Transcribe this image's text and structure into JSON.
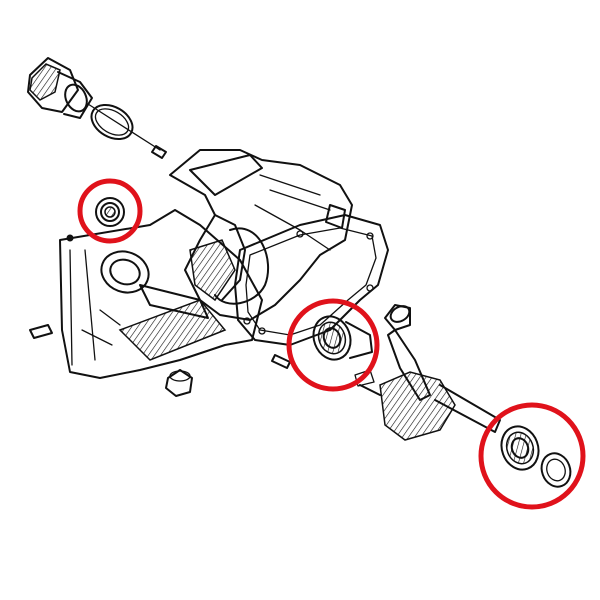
{
  "diagram": {
    "highlight_color": "#e0121b",
    "line_color": "#111111",
    "background": "#ffffff",
    "highlighted_parts": [
      {
        "name": "oil-seal-left"
      },
      {
        "name": "ball-bearing-center"
      },
      {
        "name": "ball-bearing-right"
      }
    ]
  }
}
